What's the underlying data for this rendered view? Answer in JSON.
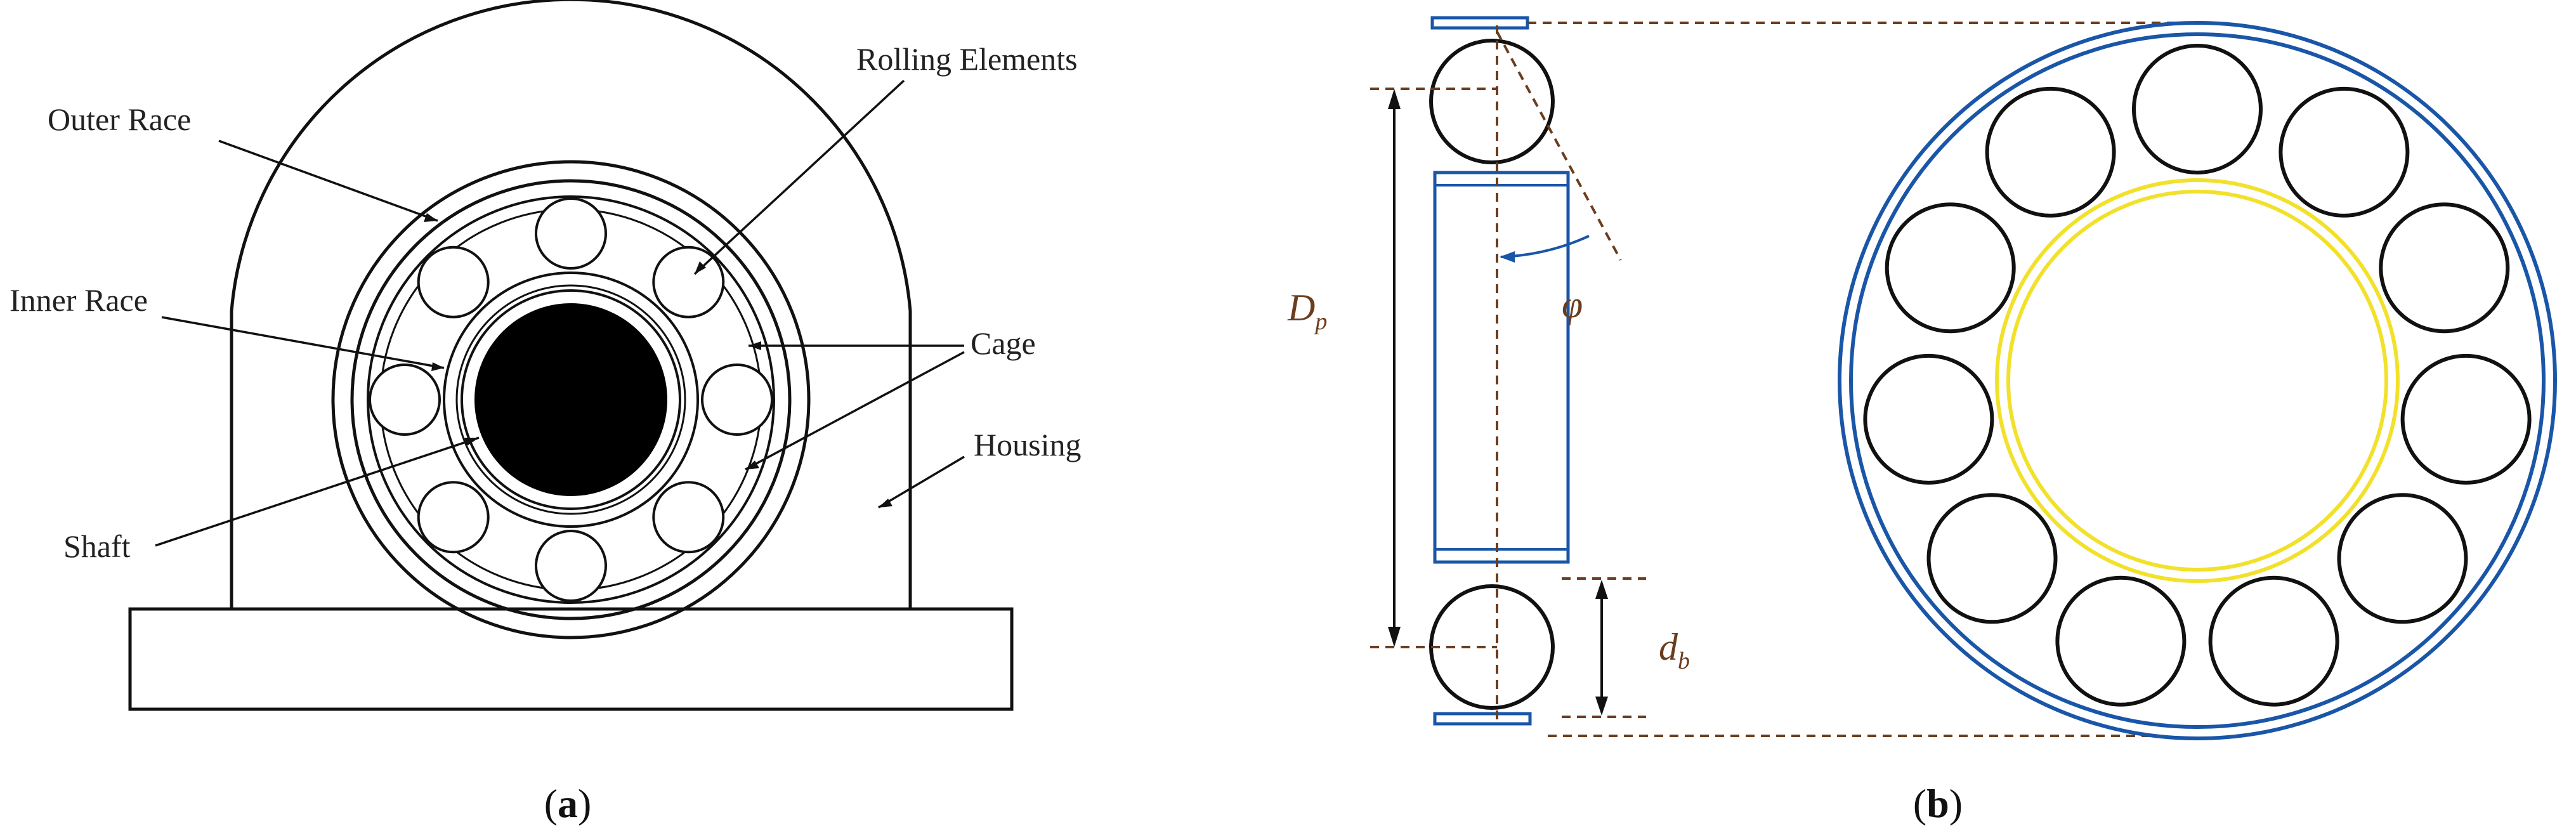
{
  "panel_a": {
    "labels": {
      "outer_race": "Outer Race",
      "rolling_elements": "Rolling Elements",
      "inner_race": "Inner Race",
      "cage": "Cage",
      "housing": "Housing",
      "shaft": "Shaft"
    },
    "caption": {
      "open": "(",
      "letter": "a",
      "close": ")"
    },
    "ball_count": 8
  },
  "panel_b": {
    "symbols": {
      "pitch_diameter_main": "D",
      "pitch_diameter_sub": "p",
      "contact_angle": "φ",
      "ball_diameter_main": "d",
      "ball_diameter_sub": "b"
    },
    "caption": {
      "open": "(",
      "letter": "b",
      "close": ")"
    },
    "ball_count": 11
  },
  "colors": {
    "line": "#111111",
    "outer_race_blue": "#1a56a8",
    "inner_race_yellow": "#f2e12a",
    "dimension_brown": "#6b3d1e"
  }
}
